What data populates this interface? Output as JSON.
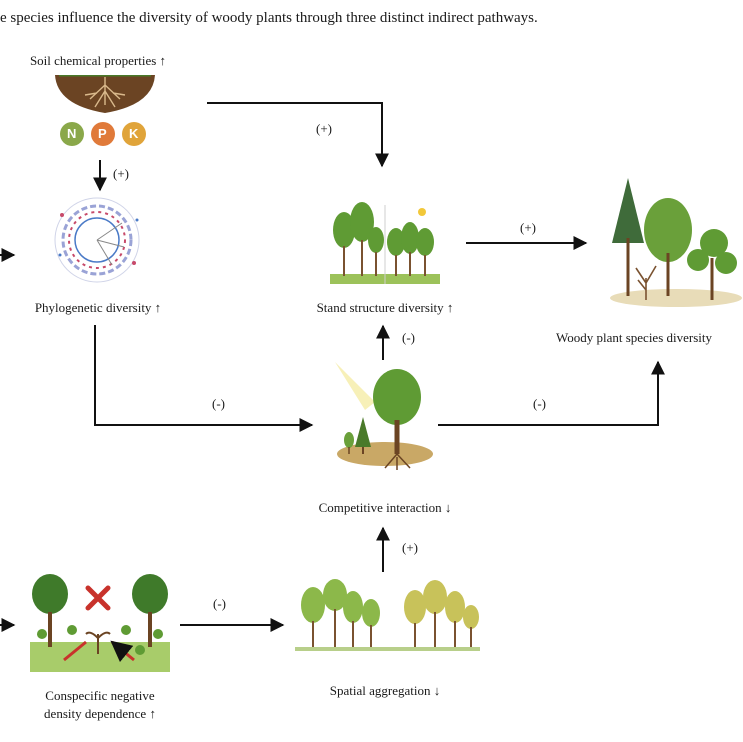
{
  "title": "e species influence the diversity of woody plants through three distinct indirect pathways.",
  "nodes": {
    "soil": "Soil chemical properties ↑",
    "phylo": "Phylogenetic diversity ↑",
    "stand": "Stand structure diversity ↑",
    "woody": "Woody plant species diversity",
    "competitive": "Competitive interaction ↓",
    "spatial": "Spatial aggregation ↓",
    "cndd_line1": "Conspecific negative",
    "cndd_line2": "density dependence ↑"
  },
  "nutrients": [
    "N",
    "P",
    "K"
  ],
  "edges": {
    "soil_to_stand": "(+)",
    "soil_to_phylo": "(+)",
    "stand_to_woody": "(+)",
    "competitive_to_stand": "(-)",
    "phylo_to_competitive": "(-)",
    "competitive_to_woody": "(-)",
    "spatial_to_competitive": "(+)",
    "cndd_to_spatial": "(-)"
  },
  "colors": {
    "line": "#111111",
    "n_badge": "#8aa84a",
    "p_badge": "#e07a3a",
    "k_badge": "#e0a43a",
    "leaf": "#5f9b34",
    "trunk": "#7a5230",
    "soil": "#6b4423",
    "cross": "#c8322b"
  }
}
